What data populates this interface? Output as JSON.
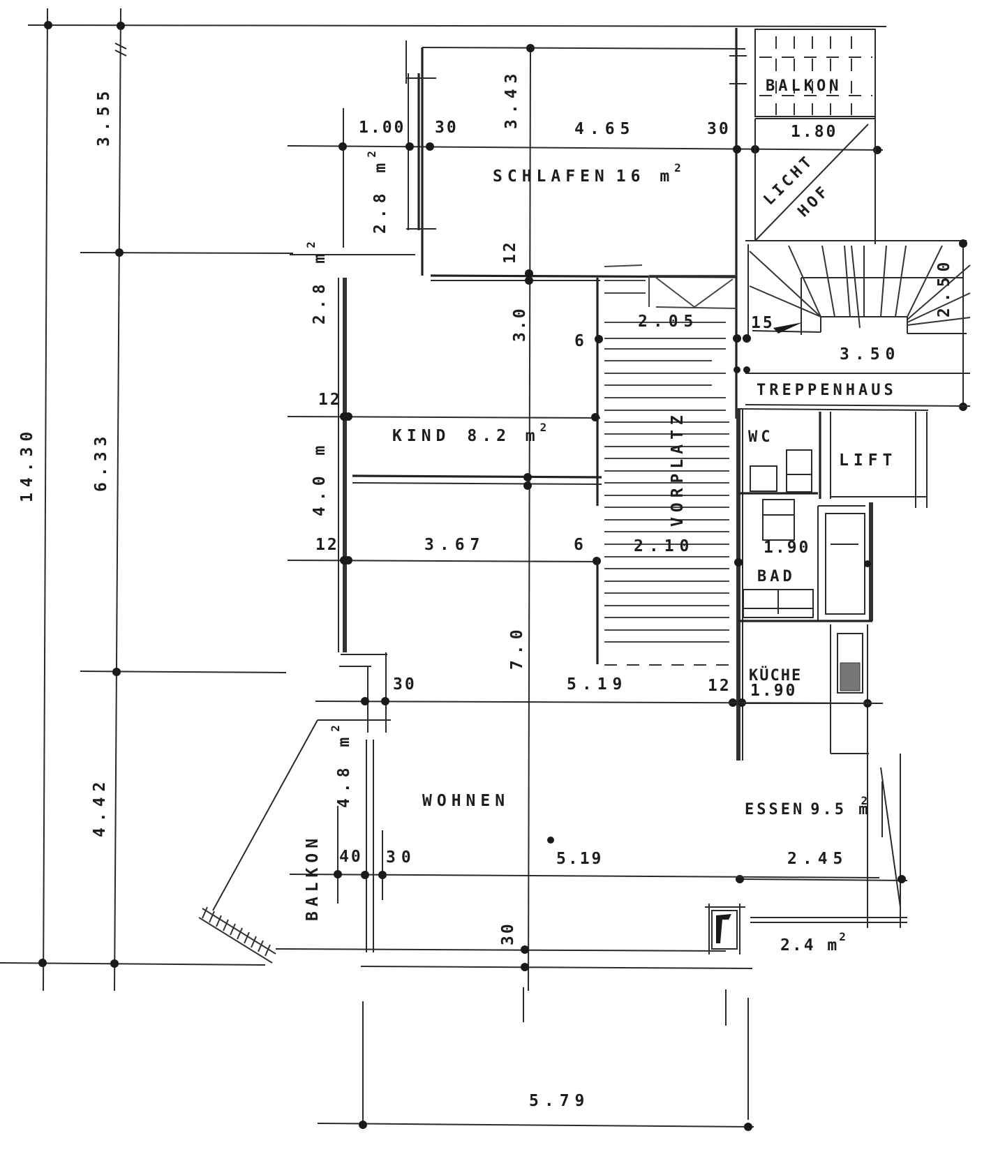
{
  "drawing": {
    "type": "floor plan",
    "language": "German"
  },
  "rooms": {
    "schlafen": {
      "name": "SCHLAFEN",
      "area": "16 m",
      "area_sup": "2"
    },
    "kind": {
      "name": "KIND",
      "area": "8.2 m",
      "area_sup": "2"
    },
    "vorplatz": {
      "name": "VORPLATZ"
    },
    "wohnen": {
      "name": "WOHNEN"
    },
    "essen": {
      "name": "ESSEN",
      "area": "9.5 m",
      "area_sup": "2"
    },
    "kueche": {
      "name": "KÜCHE",
      "width": "1.90"
    },
    "bad": {
      "name": "BAD",
      "width": "1.90"
    },
    "wc": {
      "name": "WC"
    },
    "lift": {
      "name": "LIFT"
    },
    "treppenhaus": {
      "name": "TREPPENHAUS",
      "width": "3.50",
      "depth": "2.50",
      "step": "15"
    },
    "lichthof": {
      "name_1": "LICHT",
      "name_2": "HOF",
      "width": "1.80"
    },
    "balkon_top": {
      "name": "BALKON"
    },
    "balkon_left": {
      "name": "BALKON",
      "area": "4.8 m",
      "area_sup": "2"
    },
    "closet_top": {
      "area": "2.8 m",
      "area_sup": "2"
    },
    "closet_mid": {
      "area": "2.8 m",
      "area_sup": "2"
    },
    "storage_bottom": {
      "area": "2.4 m",
      "area_sup": "2"
    },
    "kind_strip": {
      "area": "4.0 m"
    }
  },
  "dimensions": {
    "overall_height": "14.30",
    "segment_top": "3.55",
    "segment_mid": "6.33",
    "segment_bottom": "4.42",
    "overall_width_bottom": "5.79",
    "schlafen_height": "3.43",
    "schlafen_width": "4.65",
    "closet_width": "1.00",
    "wall_30_a": "30",
    "wall_30_b": "30",
    "wall_12_top": "12",
    "kind_height": "3.0",
    "wall_12_kind_a": "12",
    "wall_12_kind_b": "12",
    "wall_6_a": "6",
    "wall_6_b": "6",
    "kind_width": "3.67",
    "vorplatz_width": "2.10",
    "vorplatz_top": "2.05",
    "wohnen_height": "7.0",
    "wohnen_width_mid": "5.19",
    "wohnen_width_low": "5.19",
    "wall_30_c": "30",
    "wall_12_c": "12",
    "wall_40": "40",
    "wall_30_d": "30",
    "wall_30_e": "30",
    "essen_width": "2.45"
  }
}
